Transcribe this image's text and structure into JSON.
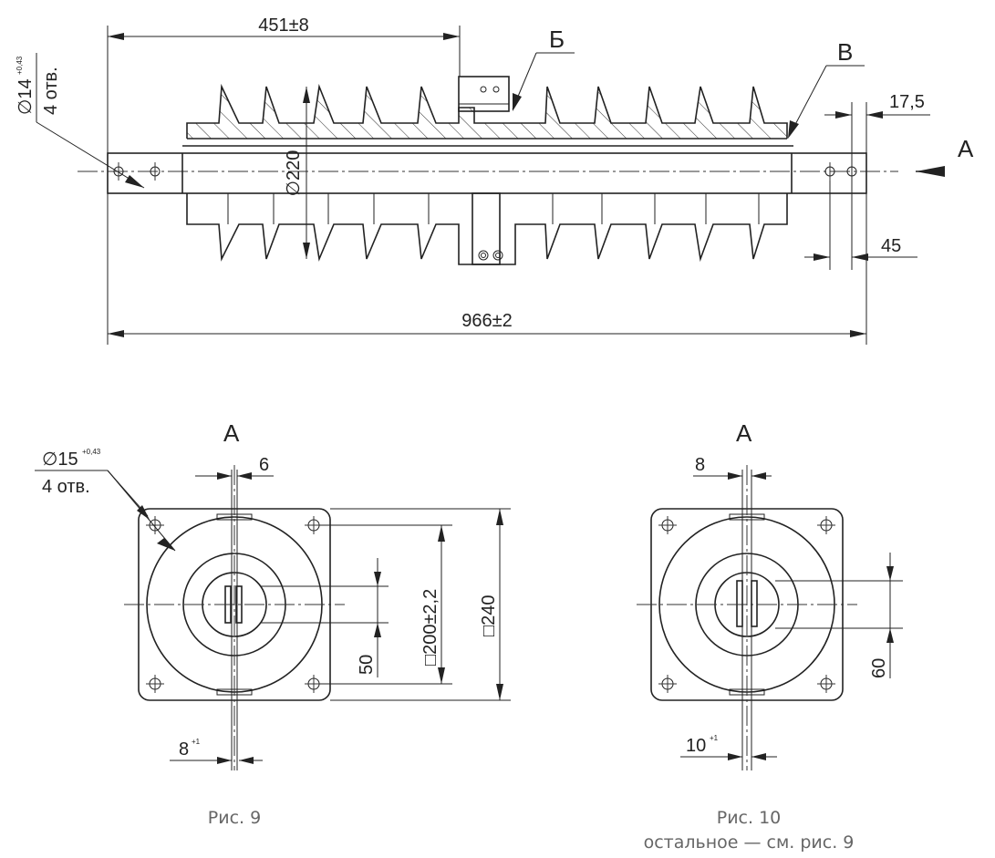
{
  "top_view": {
    "dim_451": "451±8",
    "dim_966": "966±2",
    "dim_220": "∅220",
    "dim_17_5": "17,5",
    "dim_45": "45",
    "holes_dia": "∅14",
    "holes_tol": "+0,43",
    "holes_count": "4 отв.",
    "label_b": "Б",
    "label_v": "В",
    "view_arrow_label": "А"
  },
  "fig9": {
    "view_label": "А",
    "holes_dia": "∅15",
    "holes_tol": "+0,43",
    "holes_count": "4 отв.",
    "dim_6": "6",
    "dim_200": "□200±2,2",
    "dim_240": "□240",
    "dim_50": "50",
    "dim_8": "8",
    "dim_8_tol": "+1",
    "caption": "Рис. 9"
  },
  "fig10": {
    "view_label": "А",
    "dim_8": "8",
    "dim_10": "10",
    "dim_10_tol": "+1",
    "dim_60": "60",
    "caption_line1": "Рис. 10",
    "caption_line2": "остальное — см. рис. 9"
  }
}
